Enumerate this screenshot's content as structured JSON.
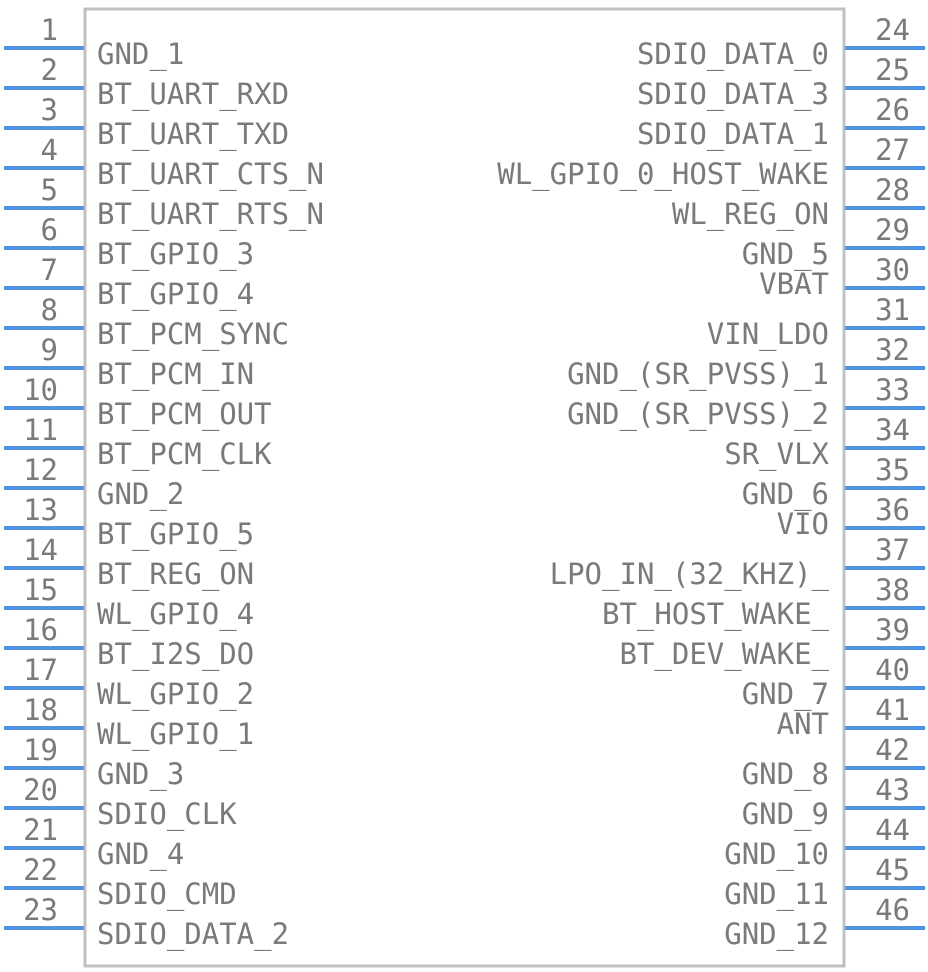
{
  "colors": {
    "body_outline": "#c0c0c0",
    "pin_line": "#4f94e0",
    "text": "#7a7a7a",
    "background": "#ffffff"
  },
  "left_pins": [
    {
      "num": "1",
      "name": "GND_1"
    },
    {
      "num": "2",
      "name": "BT_UART_RXD"
    },
    {
      "num": "3",
      "name": "BT_UART_TXD"
    },
    {
      "num": "4",
      "name": "BT_UART_CTS_N"
    },
    {
      "num": "5",
      "name": "BT_UART_RTS_N"
    },
    {
      "num": "6",
      "name": "BT_GPIO_3"
    },
    {
      "num": "7",
      "name": "BT_GPIO_4"
    },
    {
      "num": "8",
      "name": "BT_PCM_SYNC"
    },
    {
      "num": "9",
      "name": "BT_PCM_IN"
    },
    {
      "num": "10",
      "name": "BT_PCM_OUT"
    },
    {
      "num": "11",
      "name": "BT_PCM_CLK"
    },
    {
      "num": "12",
      "name": "GND_2"
    },
    {
      "num": "13",
      "name": "BT_GPIO_5"
    },
    {
      "num": "14",
      "name": "BT_REG_ON"
    },
    {
      "num": "15",
      "name": "WL_GPIO_4"
    },
    {
      "num": "16",
      "name": "BT_I2S_DO"
    },
    {
      "num": "17",
      "name": "WL_GPIO_2"
    },
    {
      "num": "18",
      "name": "WL_GPIO_1"
    },
    {
      "num": "19",
      "name": "GND_3"
    },
    {
      "num": "20",
      "name": "SDIO_CLK"
    },
    {
      "num": "21",
      "name": "GND_4"
    },
    {
      "num": "22",
      "name": "SDIO_CMD"
    },
    {
      "num": "23",
      "name": "SDIO_DATA_2"
    }
  ],
  "right_pins": [
    {
      "num": "24",
      "name": "SDIO_DATA_0"
    },
    {
      "num": "25",
      "name": "SDIO_DATA_3"
    },
    {
      "num": "26",
      "name": "SDIO_DATA_1"
    },
    {
      "num": "27",
      "name": "WL_GPIO_0_HOST_WAKE"
    },
    {
      "num": "28",
      "name": "WL_REG_ON"
    },
    {
      "num": "29",
      "name": "GND_5"
    },
    {
      "num": "30",
      "name": "VBAT"
    },
    {
      "num": "31",
      "name": "VIN_LDO"
    },
    {
      "num": "32",
      "name": "GND_(SR_PVSS)_1"
    },
    {
      "num": "33",
      "name": "GND_(SR_PVSS)_2"
    },
    {
      "num": "34",
      "name": "SR_VLX"
    },
    {
      "num": "35",
      "name": "GND_6"
    },
    {
      "num": "36",
      "name": "VIO"
    },
    {
      "num": "37",
      "name": "LPO_IN_(32_KHZ)_"
    },
    {
      "num": "38",
      "name": "BT_HOST_WAKE_"
    },
    {
      "num": "39",
      "name": "BT_DEV_WAKE_"
    },
    {
      "num": "40",
      "name": "GND_7"
    },
    {
      "num": "41",
      "name": "ANT"
    },
    {
      "num": "42",
      "name": "GND_8"
    },
    {
      "num": "43",
      "name": "GND_9"
    },
    {
      "num": "44",
      "name": "GND_10"
    },
    {
      "num": "45",
      "name": "GND_11"
    },
    {
      "num": "46",
      "name": "GND_12"
    }
  ]
}
